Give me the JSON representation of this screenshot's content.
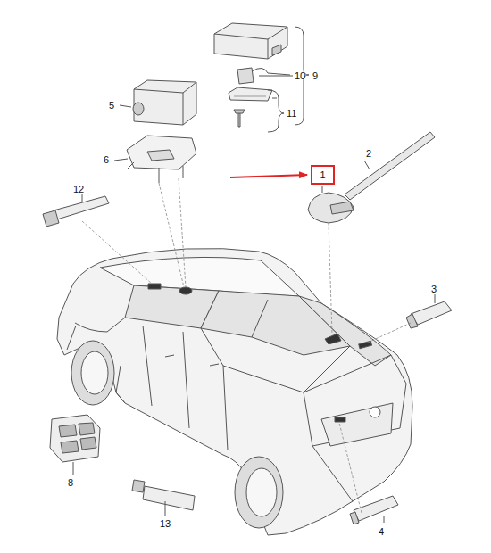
{
  "diagram": {
    "nodes": [
      {
        "text": [
          "1"
        ]
      }
    ],
    "labels": [
      "9",
      "10",
      "11",
      "5",
      "6",
      "2",
      "12",
      "3",
      "8",
      "13",
      "4"
    ]
  }
}
